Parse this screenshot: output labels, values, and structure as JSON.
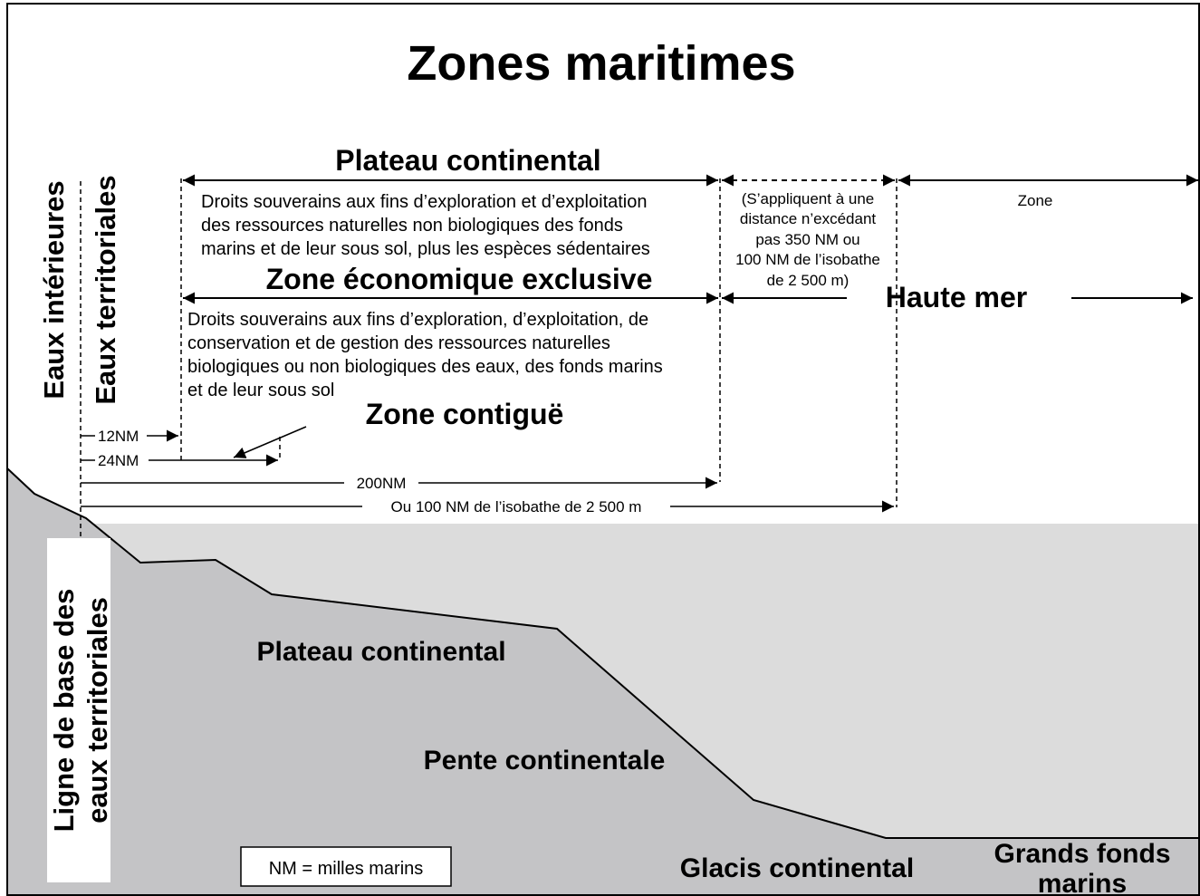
{
  "title": "Zones maritimes",
  "labels": {
    "eaux_interieures": "Eaux intérieures",
    "eaux_territoriales": "Eaux territoriales",
    "ligne_de_base": [
      "Ligne de base des",
      "eaux territoriales"
    ],
    "plateau_continental_heading": "Plateau continental",
    "plateau_desc": [
      "Droits souverains aux fins d’exploration et d’exploitation",
      "des ressources naturelles non biologiques des fonds",
      "marins et de leur sous sol, plus les espèces sédentaires"
    ],
    "zee_heading": "Zone économique exclusive",
    "zee_desc": [
      "Droits souverains aux fins d’exploration, d’exploitation, de",
      "conservation et de gestion des ressources naturelles",
      "biologiques ou non biologiques des eaux, des fonds marins",
      "et de leur sous sol"
    ],
    "extension_note": [
      "(S’appliquent à une",
      "distance n’excédant",
      "pas 350 NM ou",
      "100 NM de l’isobathe",
      "de 2 500 m)"
    ],
    "zone": "Zone",
    "haute_mer": "Haute mer",
    "zone_contigue": "Zone contiguë",
    "nm12": "12NM",
    "nm24": "24NM",
    "nm200": "200NM",
    "isobathe": "Ou 100 NM de l’isobathe de 2 500 m",
    "seabed_plateau": "Plateau continental",
    "seabed_pente": "Pente continentale",
    "seabed_glacis": "Glacis continental",
    "seabed_grands_fonds": [
      "Grands fonds",
      "marins"
    ],
    "legend": "NM = milles marins"
  },
  "colors": {
    "sea": "#dcdcdc",
    "seabed": "#c4c4c6",
    "ink": "#000000",
    "paper": "#ffffff"
  }
}
